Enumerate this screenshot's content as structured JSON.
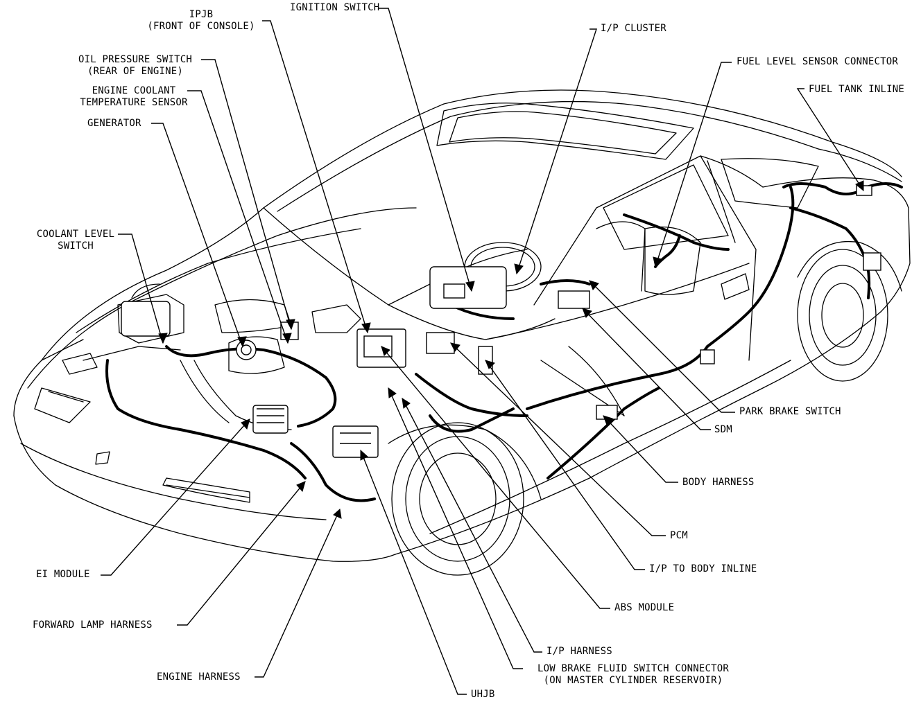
{
  "labels": {
    "ipjb_line1": "IPJB",
    "ipjb_line2": "(FRONT OF CONSOLE)",
    "ignition_switch": "IGNITION SWITCH",
    "ip_cluster": "I/P CLUSTER",
    "fuel_level_sensor_connector": "FUEL LEVEL SENSOR CONNECTOR",
    "fuel_tank_inline": "FUEL TANK INLINE",
    "oil_pressure_line1": "OIL PRESSURE SWITCH",
    "oil_pressure_line2": "(REAR OF ENGINE)",
    "ect_line1": "ENGINE COOLANT",
    "ect_line2": "TEMPERATURE SENSOR",
    "generator": "GENERATOR",
    "coolant_level_line1": "COOLANT LEVEL",
    "coolant_level_line2": "SWITCH",
    "park_brake_switch": "PARK BRAKE SWITCH",
    "sdm": "SDM",
    "body_harness": "BODY HARNESS",
    "pcm": "PCM",
    "ip_to_body_inline": "I/P TO BODY INLINE",
    "abs_module": "ABS MODULE",
    "ip_harness": "I/P HARNESS",
    "low_brake_line1": "LOW BRAKE FLUID SWITCH CONNECTOR",
    "low_brake_line2": "(ON MASTER CYLINDER RESERVOIR)",
    "uhjb": "UHJB",
    "ei_module": "EI MODULE",
    "forward_lamp_harness": "FORWARD LAMP HARNESS",
    "engine_harness": "ENGINE HARNESS"
  }
}
